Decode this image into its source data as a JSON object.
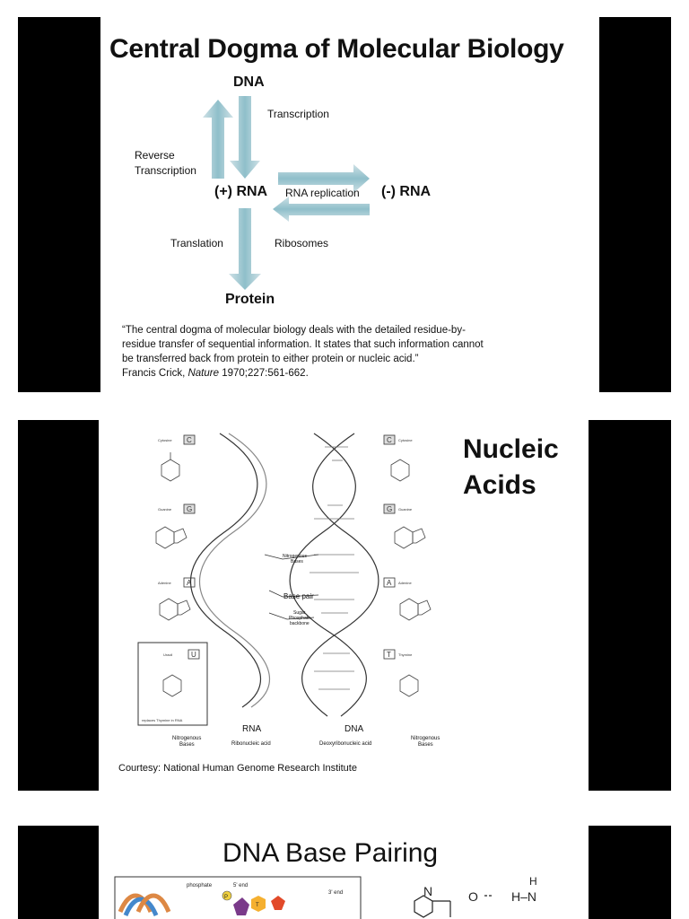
{
  "slide1": {
    "title": "Central Dogma of Molecular Biology",
    "dna": "DNA",
    "transcription": "Transcription",
    "reverse_line1": "Reverse",
    "reverse_line2": "Transcription",
    "plus_rna": "(+) RNA",
    "rna_replication": "RNA replication",
    "minus_rna": "(-) RNA",
    "translation": "Translation",
    "ribosomes": "Ribosomes",
    "protein": "Protein",
    "quote_line1": "“The central dogma of molecular biology deals with the detailed residue-by-",
    "quote_line2": "residue transfer of sequential information. It states that such information cannot",
    "quote_line3": "be transferred back from protein to either protein or nucleic acid.”",
    "cite_author": "Francis Crick, ",
    "cite_journal": "Nature",
    "cite_ref": " 1970;227:561-662."
  },
  "slide2": {
    "title_line1": "Nucleic",
    "title_line2": "Acids",
    "left_bases": [
      "Cytosine",
      "Guanine",
      "Adenine",
      "Uracil"
    ],
    "left_codes": [
      "C",
      "G",
      "A",
      "U"
    ],
    "right_bases": [
      "Cytosine",
      "Guanine",
      "Adenine",
      "Thymine"
    ],
    "right_codes": [
      "C",
      "G",
      "A",
      "T"
    ],
    "uracil_note": "replaces Thymine in RNA",
    "label_nitrogenous_line1": "Nitrogenous",
    "label_nitrogenous_line2": "Bases",
    "label_base_pair": "Base pair",
    "label_backbone_line1": "Sugar",
    "label_backbone_line2": "Phosphate",
    "label_backbone_line3": "backbone",
    "rna_label": "RNA",
    "rna_sub": "Ribonucleic acid",
    "dna_label": "DNA",
    "dna_sub": "Deoxyribonucleic acid",
    "nb_left_line1": "Nitrogenous",
    "nb_left_line2": "Bases",
    "nb_right_line1": "Nitrogenous",
    "nb_right_line2": "Bases",
    "courtesy": "Courtesy: National Human Genome Research Institute"
  },
  "slide3": {
    "title": "DNA Base Pairing",
    "phosphate": "phosphate",
    "five_end": "5' end",
    "three_end": "3' end",
    "p_label": "P",
    "t_label": "T",
    "n_label": "N",
    "o_label": "O",
    "h_bond": "H–N",
    "h_top": "H"
  }
}
